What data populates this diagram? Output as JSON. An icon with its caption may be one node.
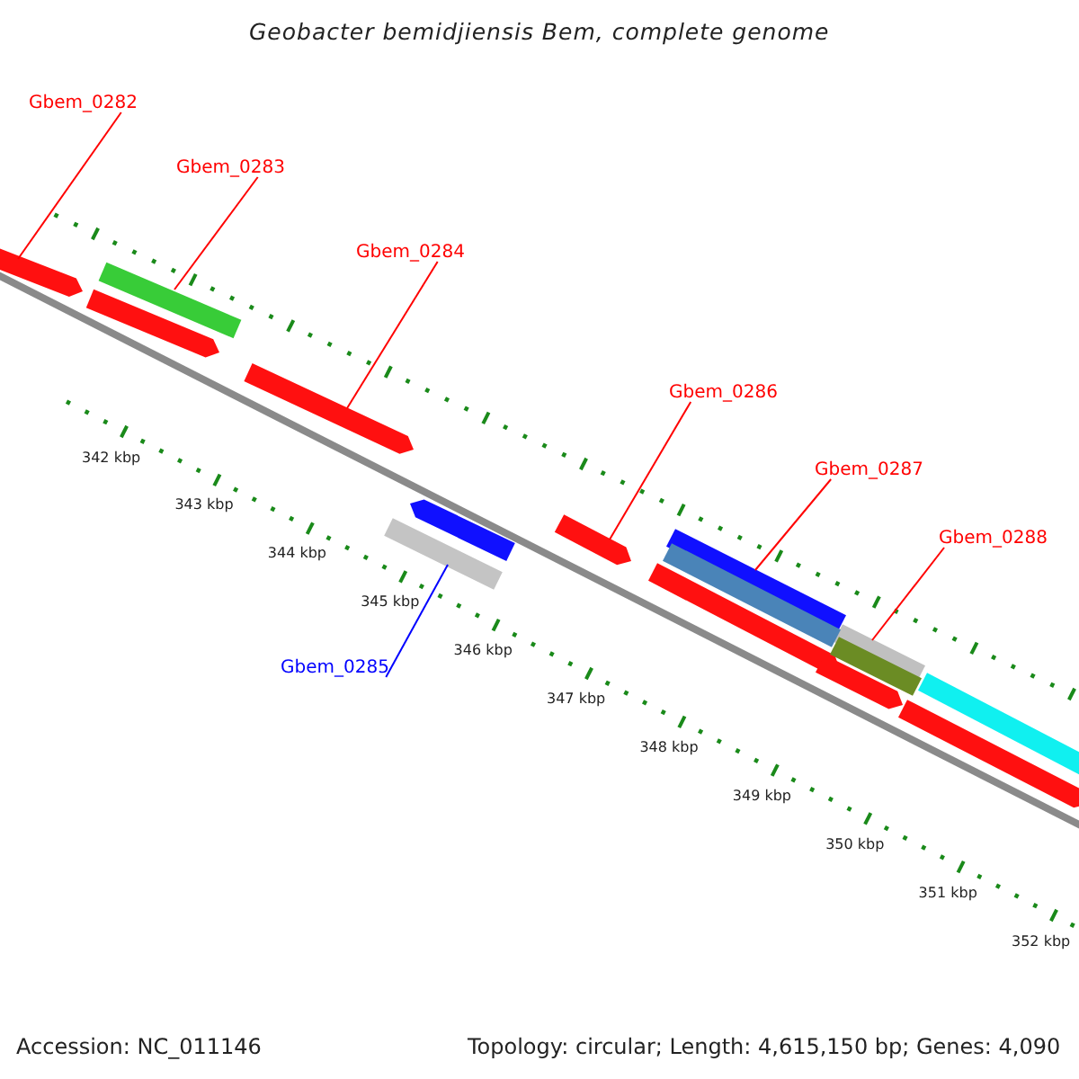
{
  "diagram": {
    "title": "Geobacter bemidjiensis Bem, complete genome",
    "nodes": [
      {
        "text": [
          "Gbem_0282"
        ]
      },
      {
        "text": [
          "Gbem_0283"
        ]
      },
      {
        "text": [
          "Gbem_0284"
        ]
      },
      {
        "text": [
          "Gbem_0286"
        ]
      },
      {
        "text": [
          "Gbem_0287"
        ]
      },
      {
        "text": [
          "Gbem_0288"
        ]
      },
      {
        "text": [
          "Gbem_0285"
        ]
      },
      {
        "text": [],
        "shape": "bar"
      },
      {
        "text": [],
        "shape": "bar"
      },
      {
        "text": [],
        "shape": "bar"
      },
      {
        "text": [],
        "shape": "bar"
      },
      {
        "text": [],
        "shape": "bar"
      },
      {
        "text": [],
        "shape": "bar"
      },
      {
        "text": [],
        "shape": "bar"
      },
      {
        "text": [],
        "shape": "bar"
      },
      {
        "text": [],
        "shape": "bar"
      },
      {
        "text": [],
        "shape": "bar"
      },
      {
        "text": [],
        "shape": "bar"
      },
      {
        "text": [],
        "shape": "bar"
      },
      {
        "text": [],
        "shape": "bar"
      },
      {
        "text": [],
        "shape": "bar"
      },
      {
        "text": [],
        "shape": "bar"
      }
    ],
    "edges": [
      {
        "from": 0,
        "to": 7,
        "arrow": "none"
      },
      {
        "from": 1,
        "to": 8,
        "arrow": "none"
      },
      {
        "from": 2,
        "to": 9,
        "arrow": "none"
      },
      {
        "from": 3,
        "to": 11,
        "arrow": "none"
      },
      {
        "from": 4,
        "to": 12,
        "arrow": "none"
      },
      {
        "from": 5,
        "to": 13,
        "arrow": "none"
      },
      {
        "from": 6,
        "to": 10,
        "arrow": "none",
        "color": "#0000ff"
      }
    ],
    "labels": [
      "342 kbp",
      "343 kbp",
      "344 kbp",
      "345 kbp",
      "346 kbp",
      "347 kbp",
      "348 kbp",
      "349 kbp",
      "350 kbp",
      "351 kbp",
      "352 kbp",
      "Accession: NC_011146",
      "Topology: circular; Length: 4,615,150 bp; Genes: 4,090"
    ]
  }
}
